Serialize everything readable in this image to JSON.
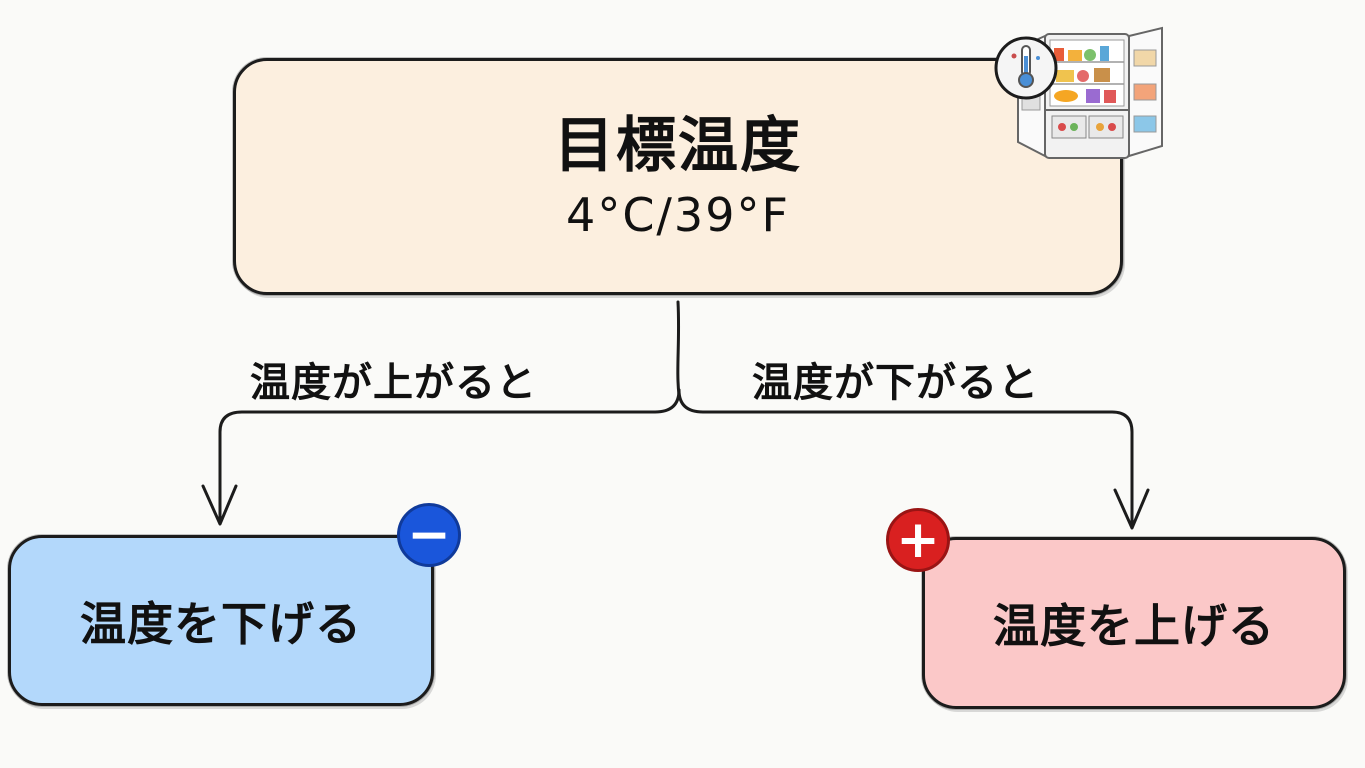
{
  "target": {
    "title": "目標温度",
    "value": "4°C/39°F"
  },
  "branches": {
    "left_label": "温度が上がると",
    "right_label": "温度が下がると"
  },
  "actions": {
    "lower": {
      "label": "温度を下げる",
      "badge": "−",
      "color": "#b3d8fb"
    },
    "raise": {
      "label": "温度を上げる",
      "badge": "+",
      "color": "#fbc8c8"
    }
  },
  "icons": {
    "fridge": "fridge-icon",
    "thermometer": "thermometer-icon"
  }
}
